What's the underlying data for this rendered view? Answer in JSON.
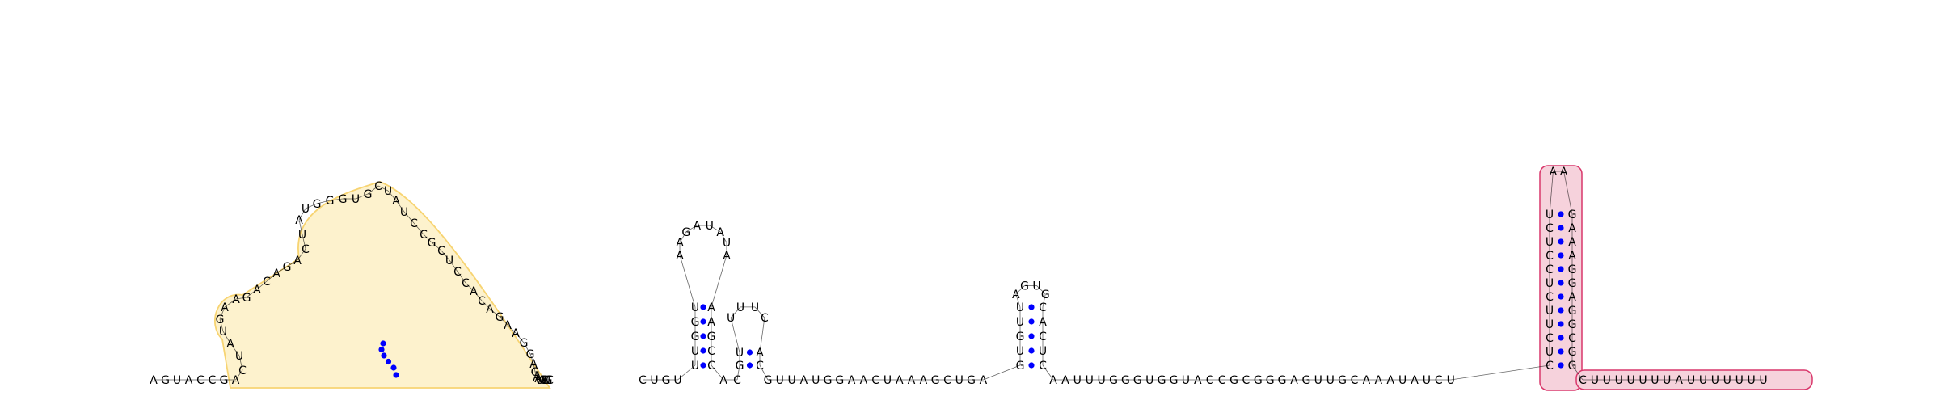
{
  "diagram": {
    "left_strand": "AGUACCGA",
    "hairpin1": {
      "left_arm": "CUAUGAAGACAGACUAUGGGUG",
      "right_arm": "CUAUCCGCUCCACAGAAGGAGAAUAGCUGC"
    },
    "spacer_dots": 39,
    "hairpin2": {
      "bottom_left": "CUGU",
      "stem_left": "UUGGU",
      "loop": "AAGAUAUA",
      "stem_right": "AAGCC",
      "between": "A"
    },
    "hairpin3": {
      "bottom": "C",
      "stem_left": "GU",
      "loop": "UUUC",
      "stem_right": "AC"
    },
    "linker": "GUUAUGGAACUAAAGCUGA",
    "hairpin4": {
      "stem_left": "GUGUU",
      "loop": "AGUG",
      "stem_right": "CACUC"
    },
    "middle_strand": "AAUUUGGGUGGUACCGCGGGAGUUGCAAAUAUCU",
    "hairpin5": {
      "stem_left": "CUCUUCUCCUCU",
      "loop": "AA",
      "stem_right": "GAAAGGAGGCGG"
    },
    "tail": "CUUUUUUUAUUUUUUU",
    "colors": {
      "backbone": "#000000",
      "base_pair": "#0000ff",
      "highlight_fill": "#fde9a6",
      "highlight_outline": "#f2b100",
      "highlight_strong": "#f5a800",
      "pink_fill": "#f6d2dc",
      "pink_outline": "#d9376b"
    }
  }
}
